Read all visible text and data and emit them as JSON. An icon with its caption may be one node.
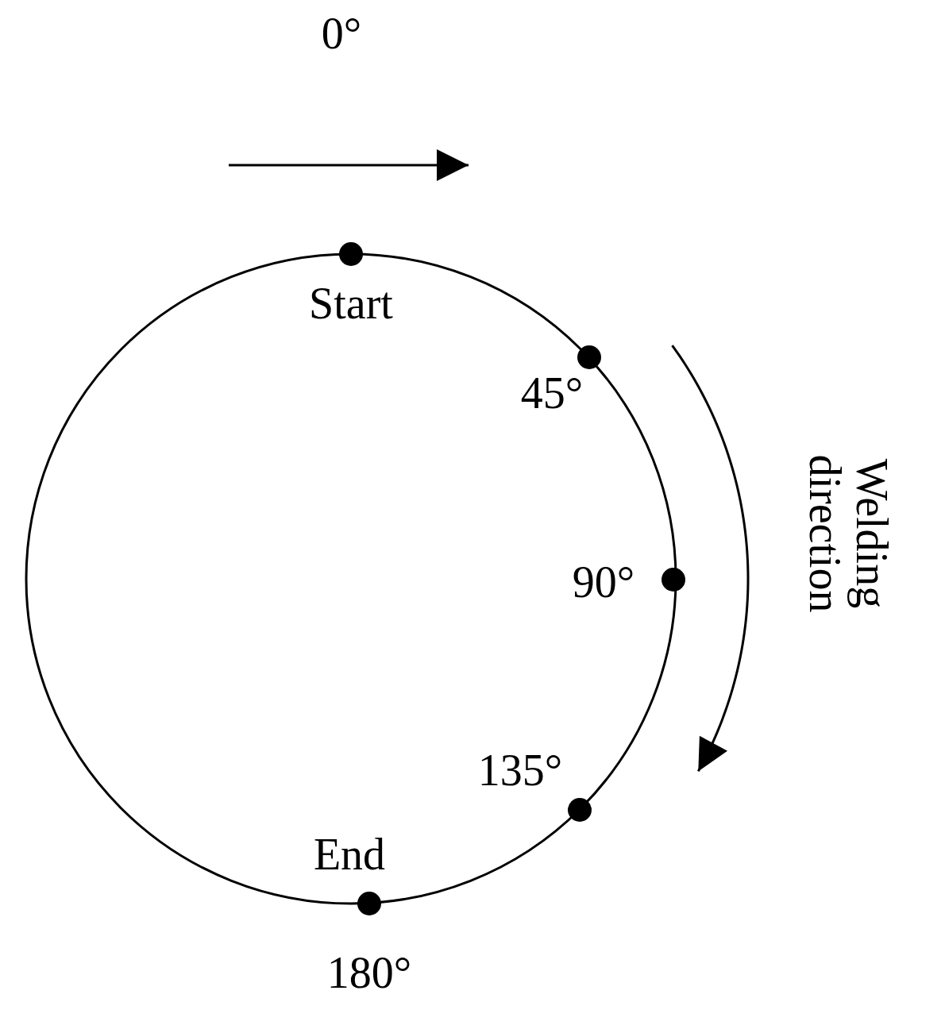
{
  "diagram": {
    "labels": [
      "0°",
      "Start",
      "45°",
      "Welding direction",
      "90°",
      "135°",
      "End",
      "180°"
    ]
  }
}
